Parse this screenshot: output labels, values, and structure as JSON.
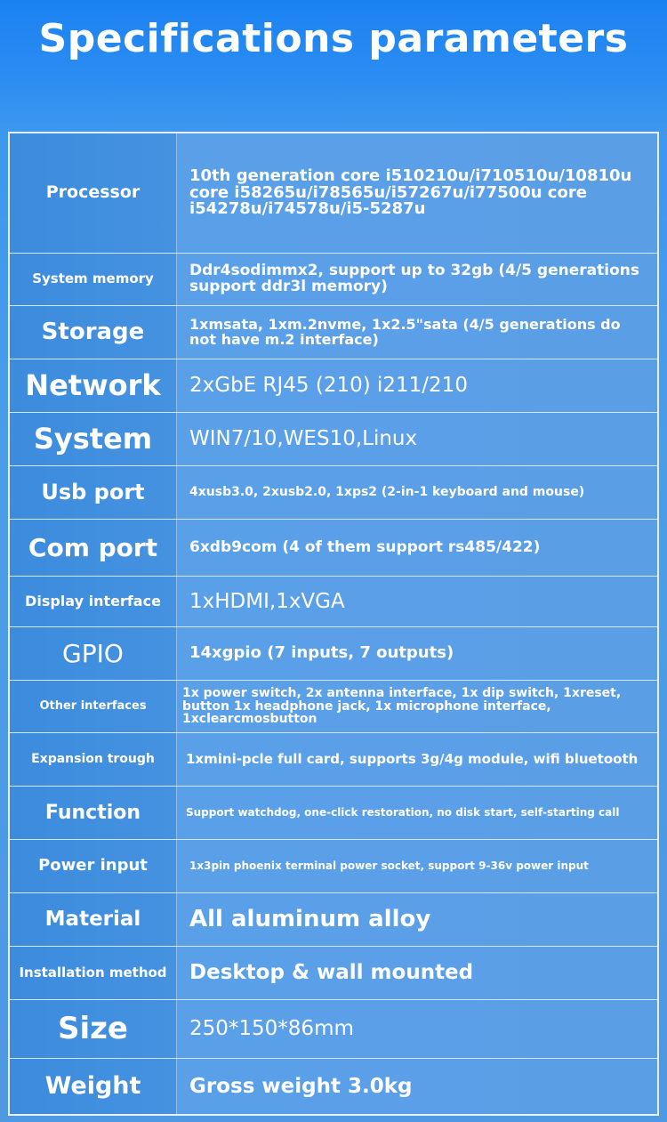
{
  "page": {
    "title": "Specifications parameters"
  },
  "rows": [
    {
      "label": "Processor",
      "value": "10th generation core i510210u/i710510u/10810u core i58265u/i78565u/i57267u/i77500u core i54278u/i74578u/i5-5287u"
    },
    {
      "label": "System memory",
      "value": "Ddr4sodimmx2, support up to 32gb (4/5 generations support ddr3l memory)"
    },
    {
      "label": "Storage",
      "value": "1xmsata, 1xm.2nvme, 1x2.5\"sata (4/5 generations do not have m.2 interface)"
    },
    {
      "label": "Network",
      "value": "2xGbE RJ45 (210) i211/210"
    },
    {
      "label": "System",
      "value": "WIN7/10,WES10,Linux"
    },
    {
      "label": "Usb port",
      "value": "4xusb3.0, 2xusb2.0, 1xps2 (2-in-1 keyboard and mouse)"
    },
    {
      "label": "Com port",
      "value": "6xdb9com (4 of them support rs485/422)"
    },
    {
      "label": "Display interface",
      "value": "1xHDMI,1xVGA"
    },
    {
      "label": "GPIO",
      "value": "14xgpio (7 inputs, 7 outputs)"
    },
    {
      "label": "Other interfaces",
      "value": "1x power switch, 2x antenna interface, 1x dip switch, 1xreset, button 1x headphone jack, 1x microphone interface, 1xclearcmosbutton"
    },
    {
      "label": "Expansion trough",
      "value": "1xmini-pcle full card, supports 3g/4g module, wifi bluetooth"
    },
    {
      "label": "Function",
      "value": "Support watchdog, one-click restoration, no disk start, self-starting call"
    },
    {
      "label": "Power input",
      "value": "1x3pin phoenix terminal power socket, support 9-36v power input"
    },
    {
      "label": "Material",
      "value": "All aluminum alloy"
    },
    {
      "label": "Installation method",
      "value": "Desktop & wall mounted"
    },
    {
      "label": "Size",
      "value": "250*150*86mm"
    },
    {
      "label": "Weight",
      "value": "Gross weight 3.0kg"
    }
  ]
}
